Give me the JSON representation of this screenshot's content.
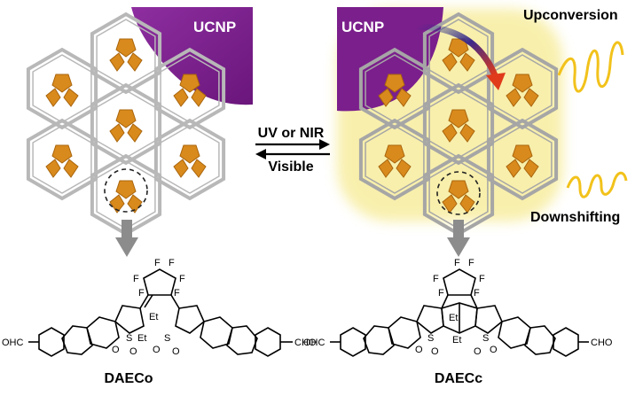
{
  "panels": {
    "left": {
      "ucnp_label": "UCNP",
      "molecule_name": "DAECo"
    },
    "right": {
      "ucnp_label": "UCNP",
      "molecule_name": "DAECc"
    }
  },
  "switching": {
    "forward_label": "UV or NIR",
    "reverse_label": "Visible"
  },
  "emission": {
    "upper_label": "Upconversion",
    "lower_label": "Downshifting"
  },
  "molecule_left": {
    "fluorine_labels": [
      "F",
      "F",
      "F",
      "F",
      "F",
      "F"
    ],
    "ethyl_labels": [
      "Et",
      "Et"
    ],
    "sulfur_labels": [
      "S",
      "S"
    ],
    "oxygen_labels": [
      "O",
      "O",
      "O",
      "O"
    ],
    "aldehyde_left": "OHC",
    "aldehyde_right": "CHO"
  },
  "molecule_right": {
    "fluorine_labels": [
      "F",
      "F",
      "F",
      "F",
      "F",
      "F"
    ],
    "ethyl_labels": [
      "Et",
      "Et"
    ],
    "sulfur_labels": [
      "S",
      "S"
    ],
    "oxygen_labels": [
      "O",
      "O",
      "O",
      "O"
    ],
    "aldehyde_left": "OHC",
    "aldehyde_right": "CHO"
  },
  "colors": {
    "ucnp": "#7b1f8c",
    "guest": "#d98a1c",
    "framework": "#b8b8b8",
    "glow": "#f3e36a",
    "arrow_down": "#8c8c8c",
    "wave": "#f2c21b"
  }
}
